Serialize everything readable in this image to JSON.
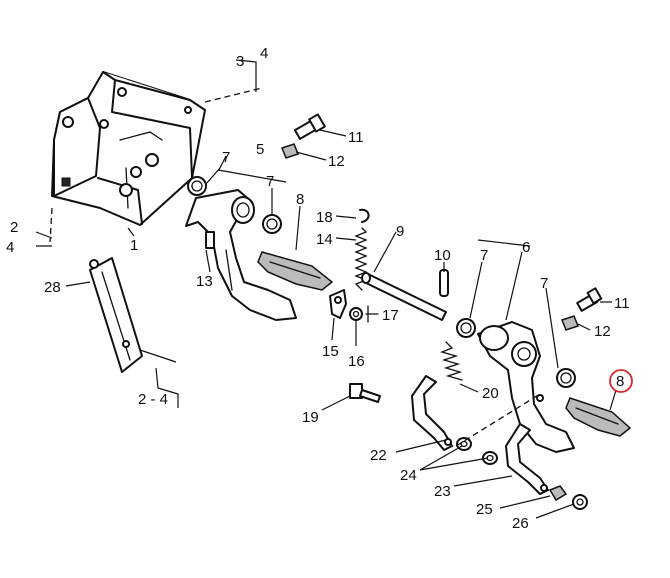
{
  "callouts": {
    "c1": "1",
    "c2a": "2",
    "c4a": "4",
    "c2b": "2 - 4",
    "c3": "3",
    "c4b": "4",
    "c5": "5",
    "c6": "6",
    "c7a": "7",
    "c7b": "7",
    "c7c": "7",
    "c7d": "7",
    "c8a": "8",
    "c8b": "8",
    "c9": "9",
    "c10": "10",
    "c11a": "11",
    "c11b": "11",
    "c12a": "12",
    "c12b": "12",
    "c13": "13",
    "c14": "14",
    "c15": "15",
    "c16": "16",
    "c17": "17",
    "c18": "18",
    "c19": "19",
    "c20": "20",
    "c22": "22",
    "c23": "23",
    "c24": "24",
    "c25": "25",
    "c26": "26",
    "c28": "28"
  },
  "highlight": {
    "callout": "8",
    "color": "#d62828"
  }
}
